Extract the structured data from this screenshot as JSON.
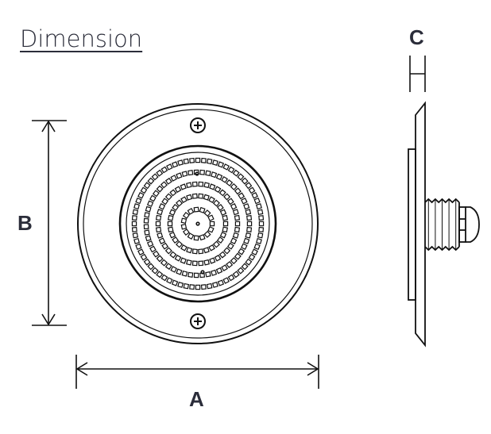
{
  "title": "Dimension",
  "labels": {
    "width": "A",
    "height": "B",
    "depth": "C"
  },
  "colors": {
    "line": "#111111",
    "text": "#2b2d3a"
  },
  "diagram": {
    "front_view": {
      "hole_rings": [
        0,
        18,
        35,
        50,
        65,
        80
      ],
      "screws": 2
    },
    "side_view": {
      "thread_turns": 5
    }
  }
}
